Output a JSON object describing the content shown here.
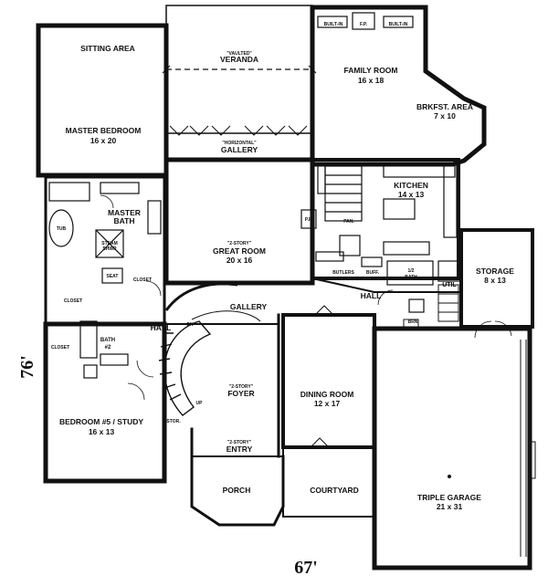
{
  "rooms": {
    "sitting_area": "SITTING AREA",
    "master_bedroom": "MASTER BEDROOM",
    "master_bedroom_size": "16 x 20",
    "master_bath": "MASTER",
    "master_bath_2": "BATH",
    "tub": "TUB",
    "steam_shower": "STEAM",
    "steam_shower_2": "SHWR",
    "seat": "SEAT",
    "closet_1": "CLOSET",
    "closet_2": "CLOSET",
    "closet_3": "CLOSET",
    "bath2": "BATH",
    "bath2_num": "#2",
    "bedroom5": "BEDROOM #5 / STUDY",
    "bedroom5_size": "16 x 13",
    "veranda_note": "\"VAULTED\"",
    "veranda": "VERANDA",
    "gallery_note": "\"HORIZONTAL\"",
    "gallery_top": "GALLERY",
    "great_room_note": "\"2-STORY\"",
    "great_room": "GREAT ROOM",
    "great_room_size": "20 x 16",
    "family_room": "FAMILY ROOM",
    "family_room_size": "16 x 18",
    "brkfst": "BRKFST. AREA",
    "brkfst_size": "7 x 10",
    "kitchen": "KITCHEN",
    "kitchen_size": "14 x 13",
    "pan": "PAN.",
    "pp": "P.P.",
    "butlers": "BUTLERS",
    "buff": "BUFF.",
    "bath3": "1/2",
    "bath3_2": "BATH",
    "util": "UTIL",
    "hall_right": "HALL",
    "brn": "BRN",
    "storage": "STORAGE",
    "storage_size": "8 x 13",
    "gallery_mid": "GALLERY",
    "hall_left": "HALL",
    "foyer_note": "\"2-STORY\"",
    "foyer": "FOYER",
    "dn": "DN",
    "up": "UP",
    "stor": "STOR.",
    "entry_note": "\"2-STORY\"",
    "entry": "ENTRY",
    "porch": "PORCH",
    "dining": "DINING ROOM",
    "dining_size": "12 x 17",
    "courtyard": "COURTYARD",
    "garage": "TRIPLE GARAGE",
    "garage_size": "21 x 31",
    "fp": "F.P.",
    "built_in_1": "BUILT-IN",
    "built_in_2": "BUILT-IN"
  },
  "dimensions": {
    "width": "67'",
    "depth": "76'"
  }
}
